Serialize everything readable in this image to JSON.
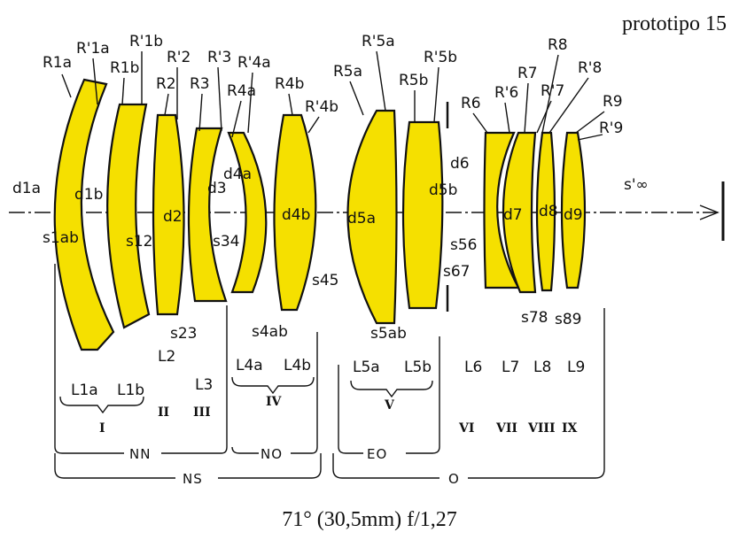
{
  "title": "prototipo 15",
  "caption": "71° (30,5mm) f/1,27",
  "radii": {
    "r1a": "R1a",
    "r1a_p": "R'1a",
    "r1b": "R1b",
    "r1b_p": "R'1b",
    "r2": "R2",
    "r2_p": "R'2",
    "r3": "R3",
    "r3_p": "R'3",
    "r4a": "R4a",
    "r4a_p": "R'4a",
    "r4b": "R4b",
    "r4b_p": "R'4b",
    "r5a": "R5a",
    "r5a_p": "R'5a",
    "r5b": "R5b",
    "r5b_p": "R'5b",
    "r6": "R6",
    "r6_p": "R'6",
    "r7": "R7",
    "r7_p": "R'7",
    "r8": "R8",
    "r8_p": "R'8",
    "r9": "R9",
    "r9_p": "R'9"
  },
  "thicknesses": {
    "d1a": "d1a",
    "d1b": "d1b",
    "d2": "d2",
    "d3": "d3",
    "d4a": "d4a",
    "d4b": "d4b",
    "d5a": "d5a",
    "d5b": "d5b",
    "d6": "d6",
    "d7": "d7",
    "d8": "d8",
    "d9": "d9"
  },
  "spacings": {
    "s1ab": "s1ab",
    "s12": "s12",
    "s23": "s23",
    "s34": "s34",
    "s4ab": "s4ab",
    "s45": "s45",
    "s5ab": "s5ab",
    "s56": "s56",
    "s67": "s67",
    "s78": "s78",
    "s89": "s89",
    "s_inf": "s'∞"
  },
  "lenses": {
    "l1a": "L1a",
    "l1b": "L1b",
    "l2": "L2",
    "l3": "L3",
    "l4a": "L4a",
    "l4b": "L4b",
    "l5a": "L5a",
    "l5b": "L5b",
    "l6": "L6",
    "l7": "L7",
    "l8": "L8",
    "l9": "L9"
  },
  "roman_groups": [
    "I",
    "II",
    "III",
    "IV",
    "V",
    "VI",
    "VII",
    "VIII",
    "IX"
  ],
  "brackets": {
    "nn": "NN",
    "no": "NO",
    "eo": "EO",
    "ns": "NS",
    "o": "O"
  },
  "colors": {
    "lens_fill": "#f5e000",
    "outline": "#111111"
  }
}
